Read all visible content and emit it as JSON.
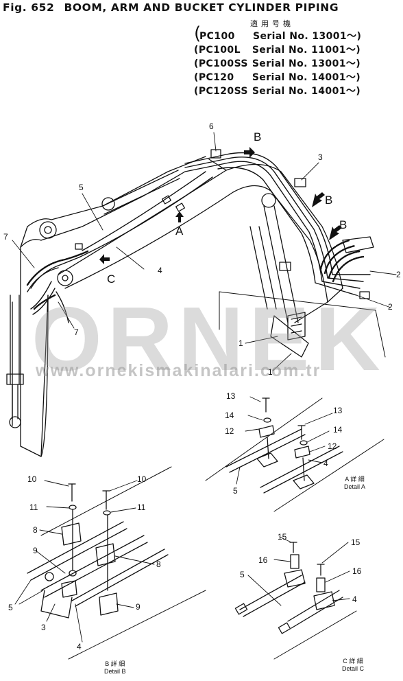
{
  "header": {
    "fig_label": "Fig. 652",
    "title": "BOOM, ARM AND BUCKET CYLINDER PIPING"
  },
  "applicability": {
    "heading": "適用号機",
    "rows": [
      {
        "model": "PC100",
        "serial": "Serial No. 13001～"
      },
      {
        "model": "PC100L",
        "serial": "Serial No. 11001～"
      },
      {
        "model": "PC100SS",
        "serial": "Serial No. 13001～"
      },
      {
        "model": "PC120",
        "serial": "Serial No. 14001～"
      },
      {
        "model": "PC120SS",
        "serial": "Serial No. 14001～"
      }
    ]
  },
  "callouts": {
    "c1a": "1",
    "c1b": "1",
    "c2a": "2",
    "c2b": "2",
    "c3": "3",
    "c3b": "3",
    "c4": "4",
    "c4a": "4",
    "c4b": "4",
    "c4c": "4",
    "c5": "5",
    "c5a": "5",
    "c5b": "5",
    "c5c": "5",
    "c6": "6",
    "c7a": "7",
    "c7b": "7",
    "c8a": "8",
    "c8b": "8",
    "c9a": "9",
    "c9b": "9",
    "c10a": "10",
    "c10b": "10",
    "c11a": "11",
    "c11b": "11",
    "c12a": "12",
    "c12b": "12",
    "c13a": "13",
    "c13b": "13",
    "c14a": "14",
    "c14b": "14",
    "c15a": "15",
    "c15b": "15",
    "c16a": "16",
    "c16b": "16",
    "viewA": "A",
    "viewB1": "B",
    "viewB2": "B",
    "viewB3": "B",
    "viewC": "C"
  },
  "details": {
    "a_jp": "A 詳 細",
    "a_en": "Detail A",
    "b_jp": "B 詳 細",
    "b_en": "Detail B",
    "c_jp": "C 詳 細",
    "c_en": "Detail C"
  },
  "watermark": {
    "brand": "ORNEK",
    "url": "www.ornekismakinalari.com.tr"
  }
}
